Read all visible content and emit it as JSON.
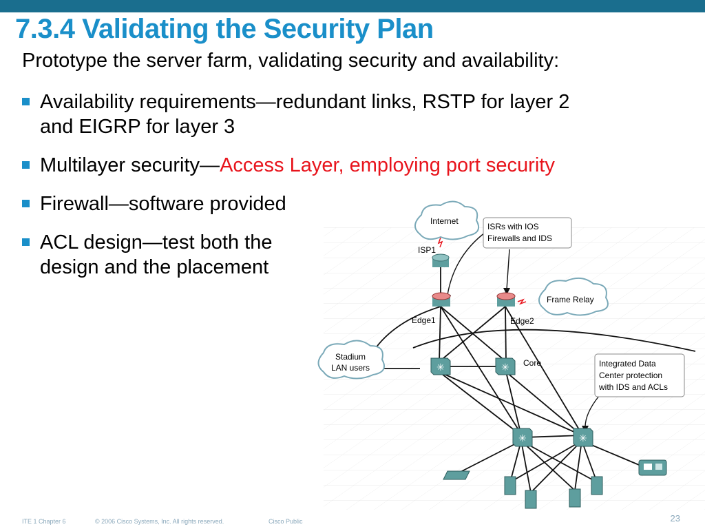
{
  "slide": {
    "title": "7.3.4 Validating the Security Plan",
    "intro": "Prototype the server farm, validating security and availability:",
    "bullets": [
      {
        "line1": "Availability requirements—redundant links, RSTP for layer 2",
        "line2": "and EIGRP for layer 3"
      },
      {
        "text": "Multilayer security—",
        "highlight": "Access Layer, employing port security"
      },
      {
        "text": "Firewall—software provided"
      },
      {
        "line1": "ACL design—test both the",
        "line2": "design and the placement"
      }
    ]
  },
  "diagram": {
    "internet": "Internet",
    "isp": "ISP1",
    "isr_callout": {
      "line1": "ISRs with IOS",
      "line2": "Firewalls and IDS"
    },
    "frame_relay": "Frame Relay",
    "edge1": "Edge1",
    "edge2": "Edge2",
    "stadium": {
      "line1": "Stadium",
      "line2": "LAN users"
    },
    "core": "Core",
    "dc_callout": {
      "line1": "Integrated Data",
      "line2": "Center protection",
      "line3": "with IDS and ACLs"
    }
  },
  "footer": {
    "chapter": "ITE 1 Chapter 6",
    "copyright": "© 2006 Cisco Systems, Inc. All rights reserved.",
    "classification": "Cisco Public",
    "page": "23"
  },
  "colors": {
    "title": "#1a8fc9",
    "topbar": "#1a6e8e",
    "highlight": "#e8141c",
    "device": "#5e9e9e"
  }
}
